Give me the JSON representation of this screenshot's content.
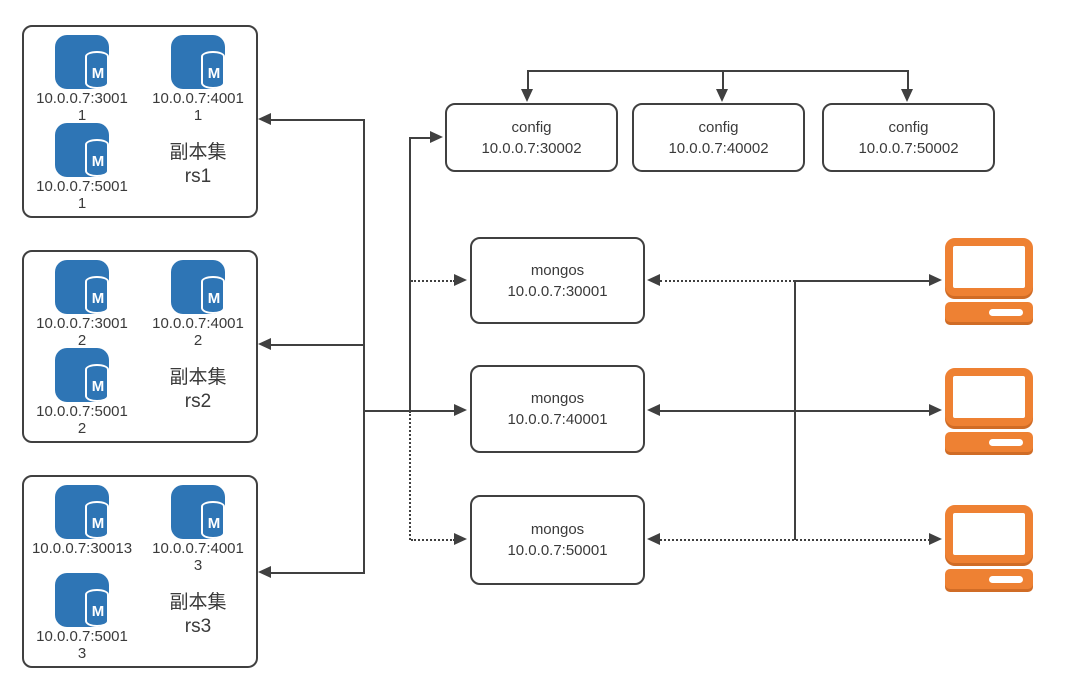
{
  "colors": {
    "line": "#404040",
    "box_border": "#404040",
    "mongodb_blue": "#2E75B5",
    "client_orange": "#EE8133",
    "background": "#FFFFFF"
  },
  "icon_letter": "M",
  "replica_sets": [
    {
      "title": "副本集",
      "name": "rs1",
      "nodes": [
        {
          "line1": "10.0.0.7:3001",
          "line2": "1"
        },
        {
          "line1": "10.0.0.7:4001",
          "line2": "1"
        },
        {
          "line1": "10.0.0.7:5001",
          "line2": "1"
        }
      ]
    },
    {
      "title": "副本集",
      "name": "rs2",
      "nodes": [
        {
          "line1": "10.0.0.7:3001",
          "line2": "2"
        },
        {
          "line1": "10.0.0.7:4001",
          "line2": "2"
        },
        {
          "line1": "10.0.0.7:5001",
          "line2": "2"
        }
      ]
    },
    {
      "title": "副本集",
      "name": "rs3",
      "nodes": [
        {
          "line1": "10.0.0.7:30013",
          "line2": ""
        },
        {
          "line1": "10.0.0.7:4001",
          "line2": "3"
        },
        {
          "line1": "10.0.0.7:5001",
          "line2": "3"
        }
      ]
    }
  ],
  "config_servers": [
    {
      "label": "config",
      "address": "10.0.0.7:30002"
    },
    {
      "label": "config",
      "address": "10.0.0.7:40002"
    },
    {
      "label": "config",
      "address": "10.0.0.7:50002"
    }
  ],
  "mongos_routers": [
    {
      "label": "mongos",
      "address": "10.0.0.7:30001"
    },
    {
      "label": "mongos",
      "address": "10.0.0.7:40001"
    },
    {
      "label": "mongos",
      "address": "10.0.0.7:50001"
    }
  ]
}
